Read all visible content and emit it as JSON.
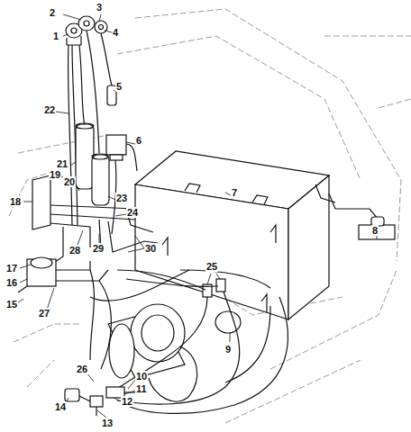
{
  "diagram": {
    "labels": [
      "1",
      "2",
      "3",
      "4",
      "5",
      "6",
      "7",
      "8",
      "9",
      "10",
      "11",
      "12",
      "13",
      "14",
      "15",
      "16",
      "17",
      "18",
      "19",
      "20",
      "21",
      "22",
      "23",
      "24",
      "25",
      "26",
      "27",
      "28",
      "29",
      "30"
    ]
  }
}
